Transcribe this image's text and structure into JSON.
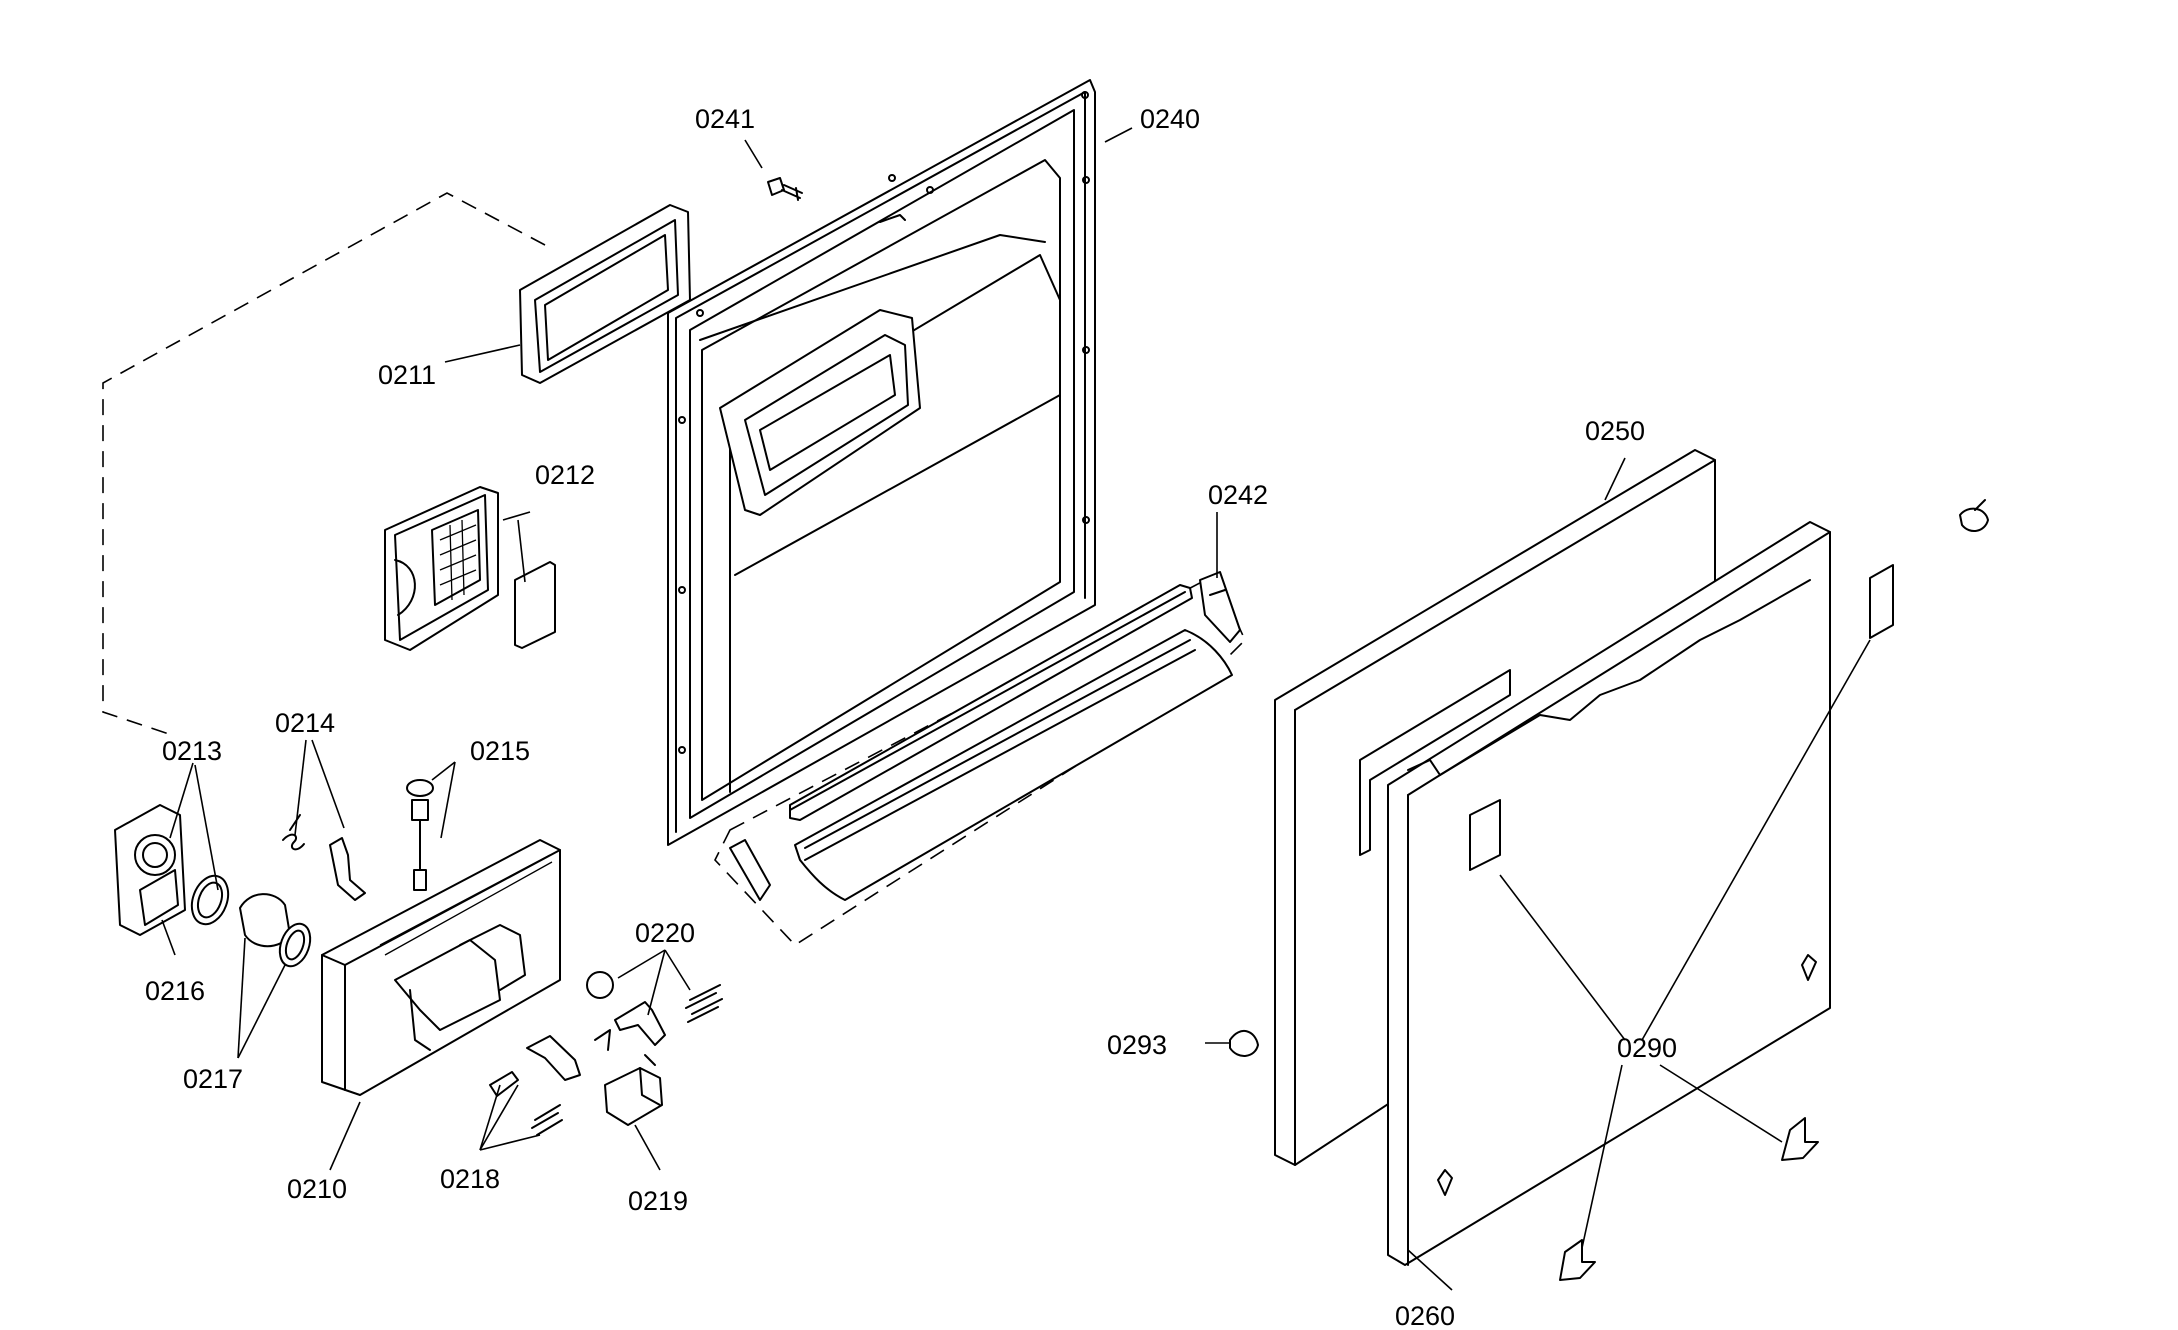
{
  "labels": {
    "p0241": "0241",
    "p0240": "0240",
    "p0211": "0211",
    "p0212": "0212",
    "p0242": "0242",
    "p0250": "0250",
    "p0213": "0213",
    "p0214": "0214",
    "p0215": "0215",
    "p0216": "0216",
    "p0217": "0217",
    "p0220": "0220",
    "p0210": "0210",
    "p0218": "0218",
    "p0219": "0219",
    "p0293": "0293",
    "p0290": "0290",
    "p0260": "0260"
  }
}
